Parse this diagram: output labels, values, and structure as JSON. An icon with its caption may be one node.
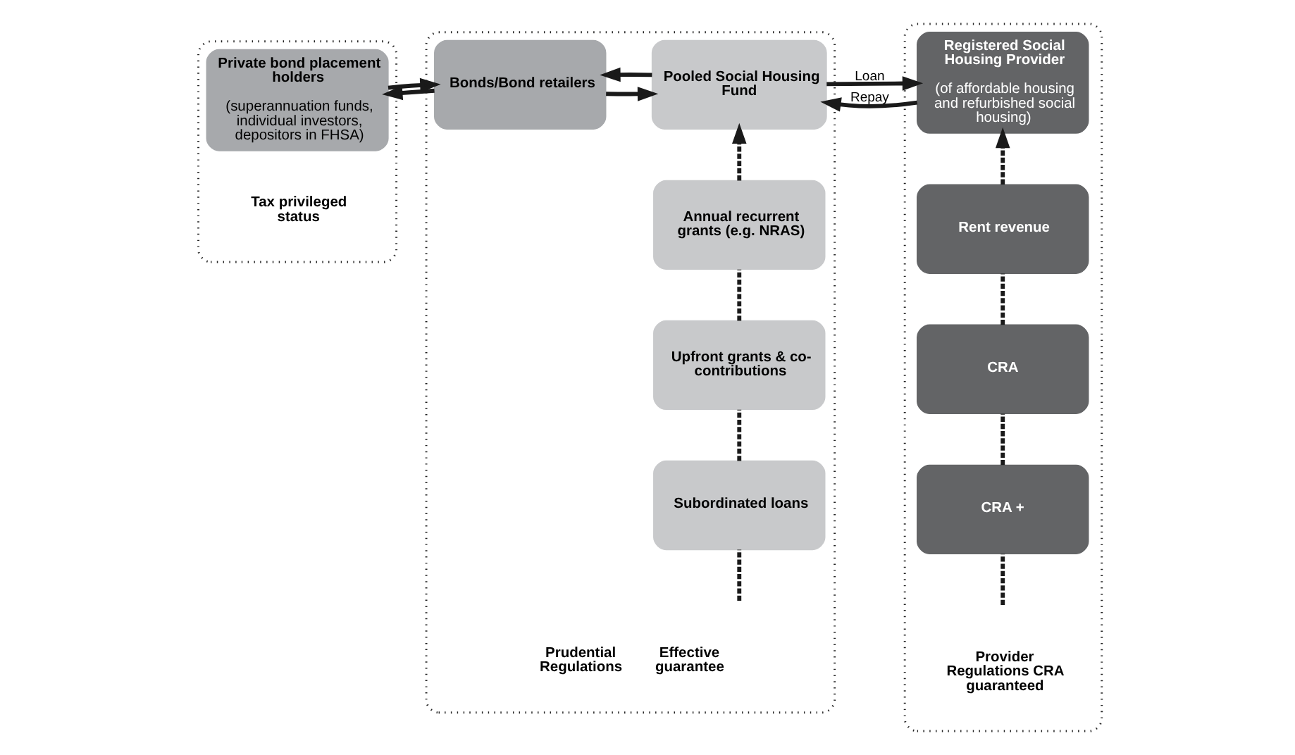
{
  "diagram": {
    "nodes": [
      {
        "text": [
          "Tax privileged status"
        ]
      },
      {
        "text": [
          "Private bond placement holders",
          "(superannuation funds, individual investors, depositors in FHSA)"
        ],
        "in": 0
      },
      {
        "text": [
          "Prudential Regulations",
          "Effective guarantee"
        ]
      },
      {
        "text": [
          "Bonds/Bond retailers"
        ],
        "in": 2
      },
      {
        "text": [
          "Pooled Social Housing Fund"
        ],
        "in": 2
      },
      {
        "text": [
          "Annual recurrent grants (e.g. NRAS)"
        ],
        "in": 2
      },
      {
        "text": [
          "Upfront grants & co- contributions"
        ],
        "in": 2
      },
      {
        "text": [
          "Subordinated loans"
        ],
        "in": 2
      },
      {
        "text": [
          "Provider Regulations CRA guaranteed"
        ]
      },
      {
        "text": [
          "Registered Social Housing Provider",
          "(of affordable housing and refurbished social housing)"
        ],
        "in": 8
      },
      {
        "text": [
          "Rent revenue"
        ],
        "in": 8
      },
      {
        "text": [
          "CRA"
        ],
        "in": 8
      },
      {
        "text": [
          "CRA +"
        ],
        "in": 8
      }
    ],
    "edges": [
      {
        "from": 1,
        "to": 3,
        "arrow": "to"
      },
      {
        "from": 3,
        "to": 1,
        "arrow": "to"
      },
      {
        "from": 3,
        "to": 4,
        "arrow": "to"
      },
      {
        "from": 4,
        "to": 3,
        "arrow": "to"
      },
      {
        "from": 4,
        "to": 9,
        "label": "Loan",
        "arrow": "to"
      },
      {
        "from": 9,
        "to": 4,
        "label": "Repay",
        "arrow": "to"
      },
      {
        "from": null,
        "to": 7,
        "arrow": "none",
        "style": "dashed"
      },
      {
        "from": 7,
        "to": 6,
        "arrow": "none",
        "style": "dashed"
      },
      {
        "from": 6,
        "to": 5,
        "arrow": "none",
        "style": "dashed"
      },
      {
        "from": 5,
        "to": 4,
        "arrow": "to",
        "style": "dashed"
      },
      {
        "from": null,
        "to": 12,
        "arrow": "none",
        "style": "dashed"
      },
      {
        "from": 12,
        "to": 11,
        "arrow": "none",
        "style": "dashed"
      },
      {
        "from": 11,
        "to": 10,
        "arrow": "none",
        "style": "dashed"
      },
      {
        "from": 10,
        "to": 9,
        "arrow": "to",
        "style": "dashed"
      }
    ]
  }
}
